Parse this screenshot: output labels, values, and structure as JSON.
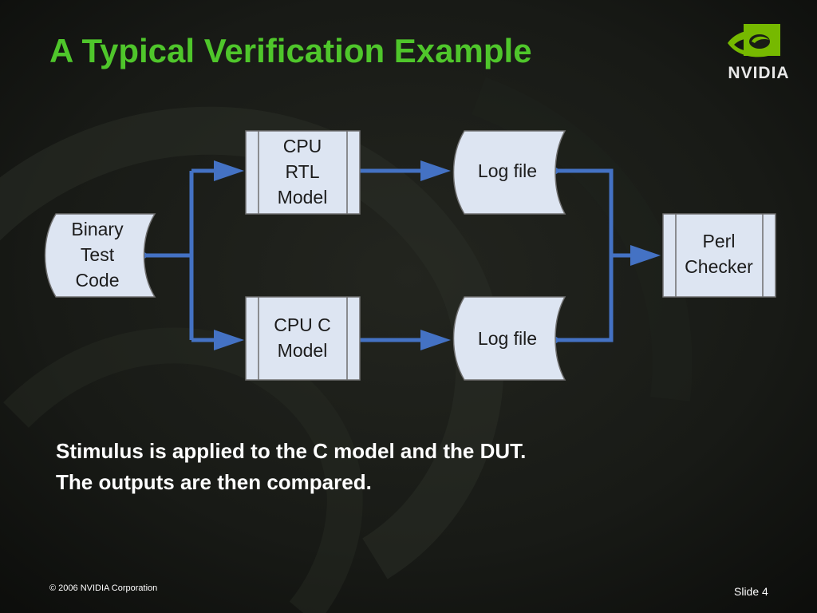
{
  "slide": {
    "title": "A Typical Verification Example",
    "logo_text": "NVIDIA",
    "body_lines": [
      "Stimulus is applied to the C model and the DUT.",
      "The outputs are then compared."
    ],
    "footer_copyright": "© 2006 NVIDIA Corporation",
    "slide_number": "Slide 4"
  },
  "diagram": {
    "nodes": {
      "binary_test_code": [
        "Binary",
        "Test",
        "Code"
      ],
      "cpu_rtl_model": [
        "CPU",
        "RTL",
        "Model"
      ],
      "cpu_c_model": [
        "CPU C",
        "Model"
      ],
      "log_file_top": [
        "Log file"
      ],
      "log_file_bottom": [
        "Log file"
      ],
      "perl_checker": [
        "Perl",
        "Checker"
      ]
    }
  },
  "colors": {
    "title": "#4fc62b",
    "arrow": "#4472c4",
    "box_fill": "#dde5f2",
    "box_stroke": "#6f6f6f",
    "background": "#141612",
    "logo_green": "#76b900"
  }
}
